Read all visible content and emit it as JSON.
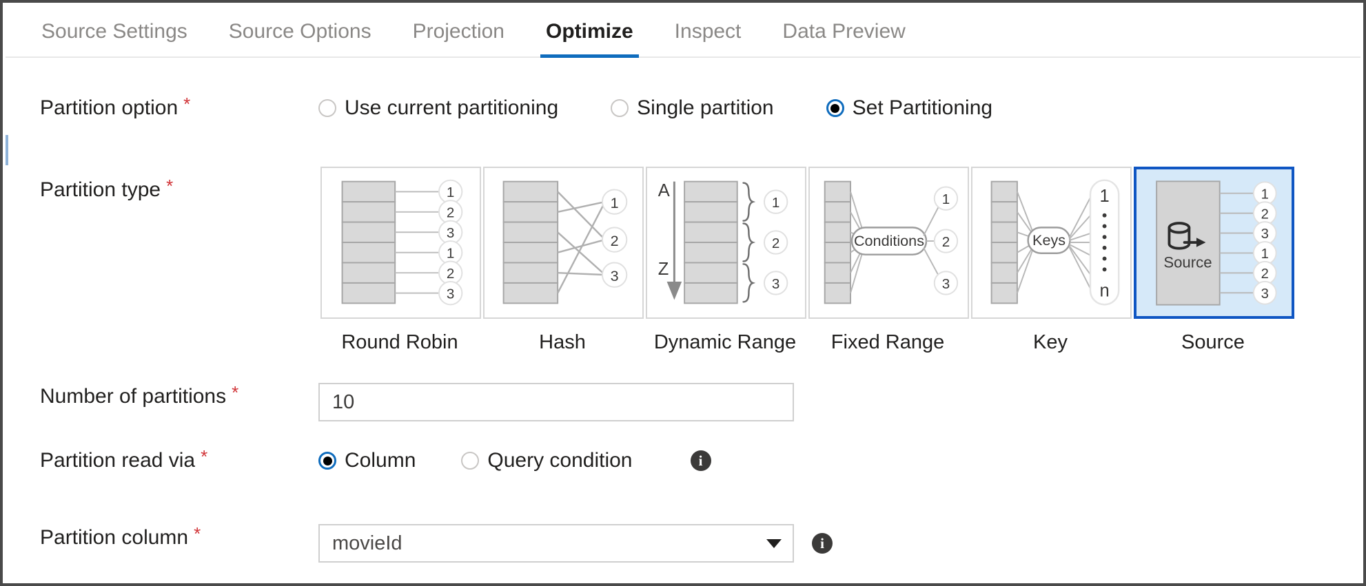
{
  "tabs": [
    {
      "label": "Source Settings",
      "active": false
    },
    {
      "label": "Source Options",
      "active": false
    },
    {
      "label": "Projection",
      "active": false
    },
    {
      "label": "Optimize",
      "active": true
    },
    {
      "label": "Inspect",
      "active": false
    },
    {
      "label": "Data Preview",
      "active": false
    }
  ],
  "accent_color": "#0f6cbd",
  "selected_border_color": "#0f56c3",
  "selected_fill_color": "#d6e9f9",
  "required_marker": "*",
  "partition_option": {
    "label": "Partition option",
    "options": [
      {
        "label": "Use current partitioning",
        "checked": false
      },
      {
        "label": "Single partition",
        "checked": false
      },
      {
        "label": "Set Partitioning",
        "checked": true
      }
    ]
  },
  "partition_type": {
    "label": "Partition type",
    "selected": "Source",
    "tiles": [
      {
        "label": "Round Robin",
        "selected": false,
        "nodes": [
          "1",
          "2",
          "3",
          "1",
          "2",
          "3"
        ]
      },
      {
        "label": "Hash",
        "selected": false,
        "nodes": [
          "1",
          "2",
          "3"
        ]
      },
      {
        "label": "Dynamic Range",
        "selected": false,
        "nodes": [
          "1",
          "2",
          "3"
        ],
        "axis_top": "A",
        "axis_bottom": "Z"
      },
      {
        "label": "Fixed Range",
        "selected": false,
        "nodes": [
          "1",
          "2",
          "3"
        ],
        "box_label": "Conditions"
      },
      {
        "label": "Key",
        "selected": false,
        "nodes": [
          "1",
          "n"
        ],
        "box_label": "Keys"
      },
      {
        "label": "Source",
        "selected": true,
        "nodes": [
          "1",
          "2",
          "3",
          "1",
          "2",
          "3"
        ],
        "box_label": "Source"
      }
    ]
  },
  "number_of_partitions": {
    "label": "Number of partitions",
    "value": "10"
  },
  "partition_read_via": {
    "label": "Partition read via",
    "options": [
      {
        "label": "Column",
        "checked": true
      },
      {
        "label": "Query condition",
        "checked": false
      }
    ],
    "info_icon": "info-icon"
  },
  "partition_column": {
    "label": "Partition column",
    "value": "movieId",
    "caret_icon": "chevron-down-icon",
    "info_icon": "info-icon"
  }
}
